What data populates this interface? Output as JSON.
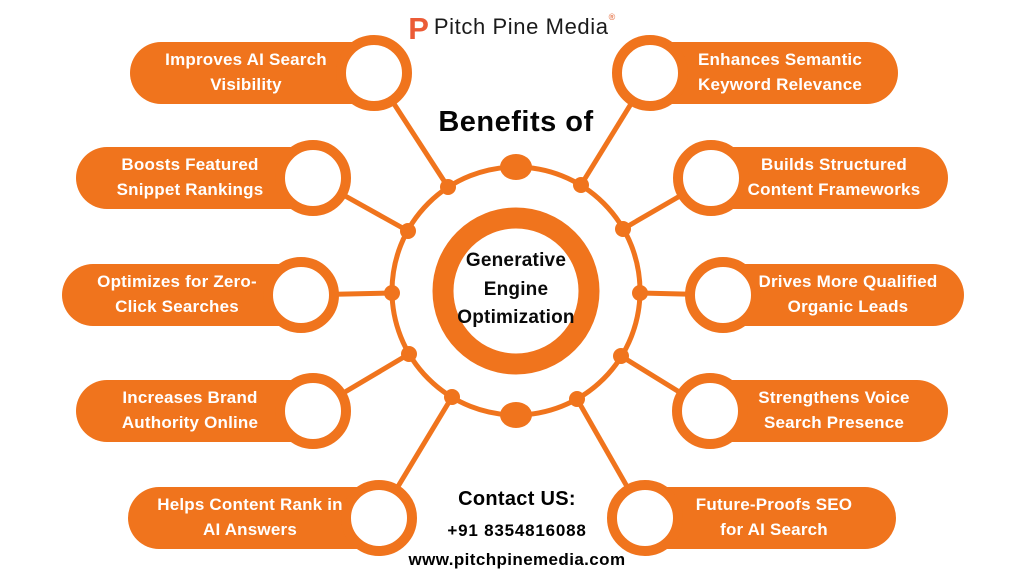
{
  "logo": {
    "icon": "P",
    "brand": "Pitch Pine Media",
    "registered_mark": "®"
  },
  "title": "Benefits of",
  "hub": {
    "label": "Generative\nEngine\nOptimization"
  },
  "benefits": {
    "left": [
      {
        "label": "Improves AI Search\nVisibility"
      },
      {
        "label": "Boosts Featured\nSnippet Rankings"
      },
      {
        "label": "Optimizes for Zero-\nClick Searches"
      },
      {
        "label": "Increases Brand\nAuthority Online"
      },
      {
        "label": "Helps Content Rank in\nAI Answers"
      }
    ],
    "right": [
      {
        "label": "Enhances Semantic\nKeyword Relevance"
      },
      {
        "label": "Builds Structured\nContent Frameworks"
      },
      {
        "label": "Drives More Qualified\nOrganic Leads"
      },
      {
        "label": "Strengthens Voice\nSearch Presence"
      },
      {
        "label": "Future-Proofs SEO\nfor AI Search"
      }
    ]
  },
  "contact": {
    "heading": "Contact US:",
    "phone": "+91 8354816088",
    "website": "www.pitchpinemedia.com"
  },
  "colors": {
    "accent": "#F0741D",
    "logo_icon": "#EB5B36",
    "text": "#050505",
    "pill_text": "#FFFFFF",
    "background": "#FFFFFF"
  }
}
